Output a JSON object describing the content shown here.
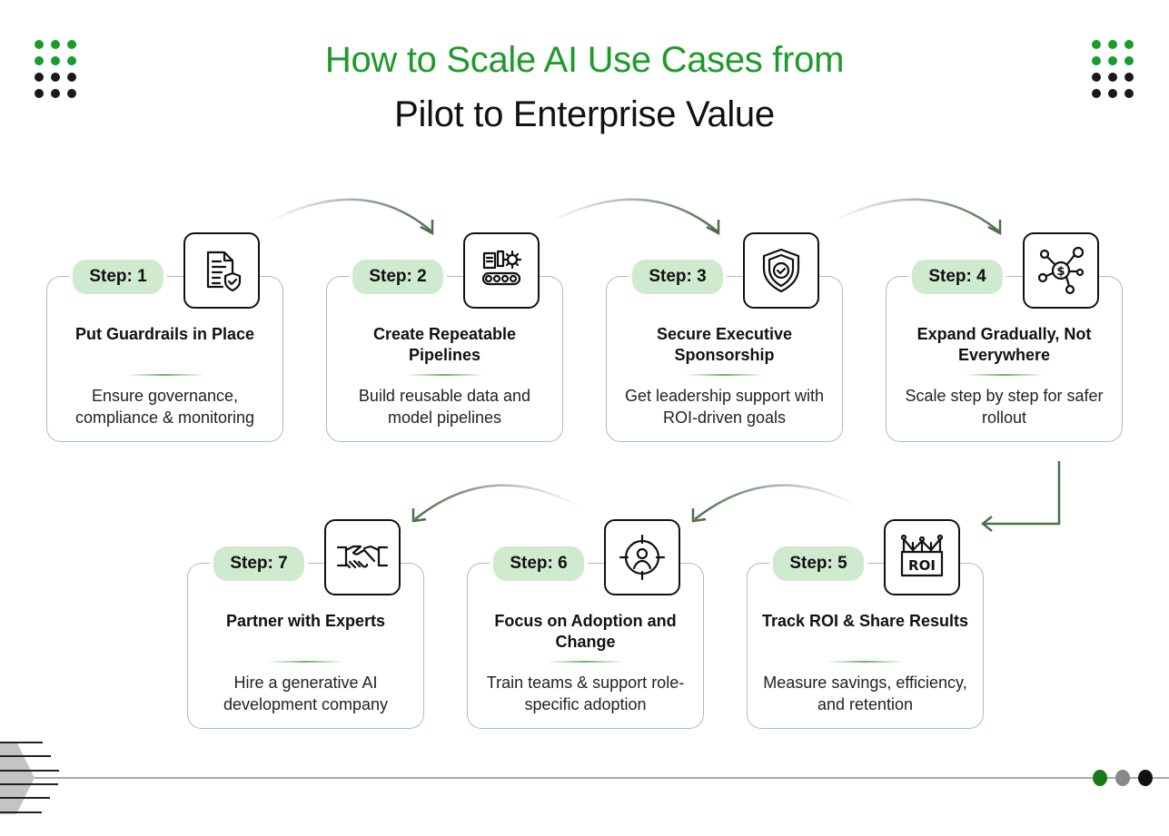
{
  "title": {
    "line1": "How to Scale AI Use Cases from",
    "line2": "Pilot to Enterprise Value"
  },
  "colors": {
    "accent": "#1e9a2a",
    "pill": "#cfeacf",
    "dark": "#111111"
  },
  "steps": [
    {
      "label": "Step: 1",
      "title": "Put Guardrails in Place",
      "desc": "Ensure governance, compliance & monitoring",
      "icon": "document-shield-icon"
    },
    {
      "label": "Step: 2",
      "title": "Create Repeatable Pipelines",
      "desc": "Build reusable data and model pipelines",
      "icon": "pipeline-gear-icon"
    },
    {
      "label": "Step: 3",
      "title": "Secure Executive Sponsorship",
      "desc": "Get leadership support with ROI-driven goals",
      "icon": "shield-check-icon"
    },
    {
      "label": "Step: 4",
      "title": "Expand Gradually, Not Everywhere",
      "desc": "Scale step by step for safer rollout",
      "icon": "dollar-network-icon"
    },
    {
      "label": "Step: 5",
      "title": "Track ROI & Share Results",
      "desc": "Measure savings, efficiency, and retention",
      "icon": "roi-chart-icon"
    },
    {
      "label": "Step: 6",
      "title": "Focus on Adoption and Change",
      "desc": "Train teams & support role-specific adoption",
      "icon": "target-user-icon"
    },
    {
      "label": "Step: 7",
      "title": "Partner with Experts",
      "desc": "Hire a generative AI development company",
      "icon": "handshake-icon"
    }
  ]
}
